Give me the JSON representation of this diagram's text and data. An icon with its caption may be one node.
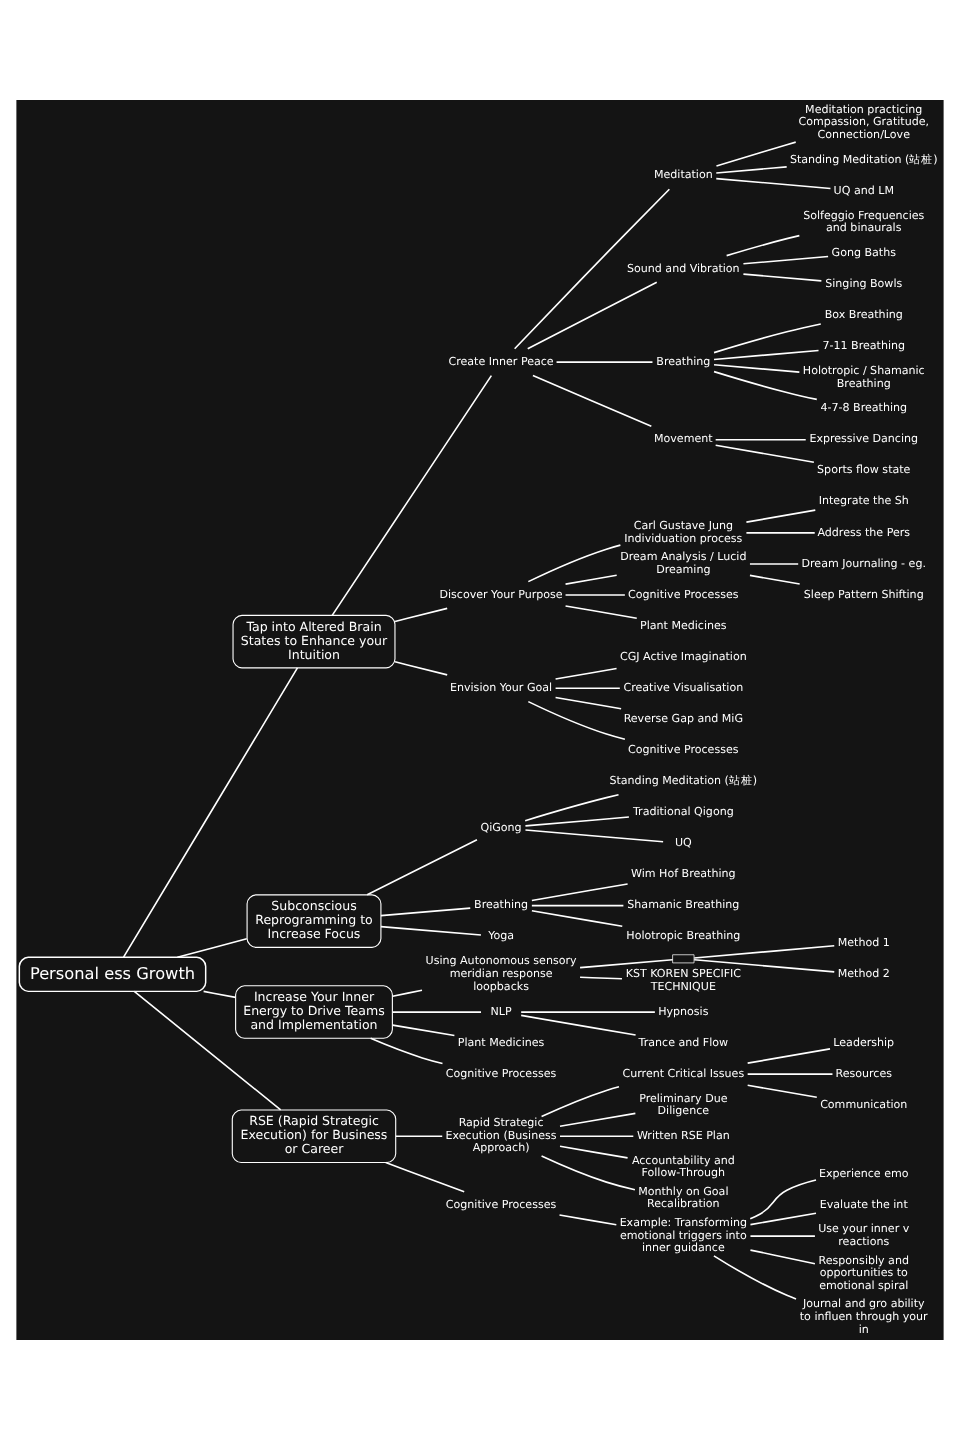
{
  "diagram": {
    "nodes": [
      {
        "text": [
          "Personal ess Growth"
        ]
      },
      {
        "text": [
          "Tap into Altered Brain States to Enhance your Intuition"
        ]
      },
      {
        "text": [
          "Create Inner Peace"
        ]
      },
      {
        "text": [
          "Meditation"
        ]
      },
      {
        "text": [
          "Meditation practicing Compassion, Gratitude, Connection/Love"
        ]
      },
      {
        "text": [
          "Standing Meditation (站桩)"
        ]
      },
      {
        "text": [
          "UQ and LM"
        ]
      },
      {
        "text": [
          "Sound and Vibration"
        ]
      },
      {
        "text": [
          "Solfeggio Frequencies and binaurals"
        ]
      },
      {
        "text": [
          "Gong Baths"
        ]
      },
      {
        "text": [
          "Singing Bowls"
        ]
      },
      {
        "text": [
          "Breathing"
        ]
      },
      {
        "text": [
          "Box Breathing"
        ]
      },
      {
        "text": [
          "7-11 Breathing"
        ]
      },
      {
        "text": [
          "Holotropic / Shamanic Breathing"
        ]
      },
      {
        "text": [
          "4-7-8 Breathing"
        ]
      },
      {
        "text": [
          "Movement"
        ]
      },
      {
        "text": [
          "Expressive Dancing"
        ]
      },
      {
        "text": [
          "Sports flow state"
        ]
      },
      {
        "text": [
          "Discover Your Purpose"
        ]
      },
      {
        "text": [
          "Carl Gustave Jung Individuation process"
        ]
      },
      {
        "text": [
          "Integrate the Sh"
        ]
      },
      {
        "text": [
          "Address the Pers"
        ]
      },
      {
        "text": [
          "Dream Analysis / Lucid Dreaming"
        ]
      },
      {
        "text": [
          "Dream Journaling - eg."
        ]
      },
      {
        "text": [
          "Sleep Pattern Shifting"
        ]
      },
      {
        "text": [
          "Cognitive Processes"
        ]
      },
      {
        "text": [
          "Plant Medicines"
        ]
      },
      {
        "text": [
          "Envision Your Goal"
        ]
      },
      {
        "text": [
          "CGJ Active Imagination"
        ]
      },
      {
        "text": [
          "Creative Visualisation"
        ]
      },
      {
        "text": [
          "Reverse Gap and MiG"
        ]
      },
      {
        "text": [
          "Cognitive Processes"
        ]
      },
      {
        "text": [
          "Subconscious Reprogramming to Increase Focus"
        ]
      },
      {
        "text": [
          "QiGong"
        ]
      },
      {
        "text": [
          "Standing Meditation (站桩)"
        ]
      },
      {
        "text": [
          "Traditional Qigong"
        ]
      },
      {
        "text": [
          "UQ"
        ]
      },
      {
        "text": [
          "Breathing"
        ]
      },
      {
        "text": [
          "Wim Hof Breathing"
        ]
      },
      {
        "text": [
          "Shamanic Breathing"
        ]
      },
      {
        "text": [
          "Holotropic Breathing"
        ]
      },
      {
        "text": [
          "Yoga"
        ]
      },
      {
        "text": [
          "Increase Your Inner Energy to Drive Teams and Implementation"
        ]
      },
      {
        "text": [
          "Using Autonomous sensory meridian response loopbacks"
        ]
      },
      {
        "text": [],
        "shape": "box"
      },
      {
        "text": [
          "Method 1"
        ]
      },
      {
        "text": [
          "Method 2"
        ]
      },
      {
        "text": [
          "KST KOREN SPECIFIC TECHNIQUE"
        ]
      },
      {
        "text": [
          "NLP"
        ]
      },
      {
        "text": [
          "Hypnosis"
        ]
      },
      {
        "text": [
          "Trance and Flow"
        ]
      },
      {
        "text": [
          "Plant Medicines"
        ]
      },
      {
        "text": [
          "Cognitive Processes"
        ]
      },
      {
        "text": [
          "RSE (Rapid Strategic Execution) for Business or Career"
        ]
      },
      {
        "text": [
          "Rapid Strategic Execution (Business Approach)"
        ]
      },
      {
        "text": [
          "Current Critical Issues"
        ]
      },
      {
        "text": [
          "Leadership"
        ]
      },
      {
        "text": [
          "Resources"
        ]
      },
      {
        "text": [
          "Communication"
        ]
      },
      {
        "text": [
          "Preliminary Due Diligence"
        ]
      },
      {
        "text": [
          "Written RSE Plan"
        ]
      },
      {
        "text": [
          "Accountability and Follow-Through"
        ]
      },
      {
        "text": [
          "Monthly on Goal Recalibration"
        ]
      },
      {
        "text": [
          "Cognitive Processes"
        ]
      },
      {
        "text": [
          "Example: Transforming emotional triggers into inner guidance"
        ]
      },
      {
        "text": [
          "Experience emo"
        ]
      },
      {
        "text": [
          "Evaluate the int"
        ]
      },
      {
        "text": [
          "Use your inner v reactions"
        ]
      },
      {
        "text": [
          "Responsibly and opportunities to emotional spiral"
        ]
      },
      {
        "text": [
          "Journal and gro ability to influen through your in"
        ]
      }
    ],
    "edges": [
      {
        "from": 0,
        "to": 1,
        "arrow": "none"
      },
      {
        "from": 1,
        "to": 2,
        "arrow": "none"
      },
      {
        "from": 2,
        "to": 3,
        "arrow": "none"
      },
      {
        "from": 3,
        "to": 4,
        "arrow": "none"
      },
      {
        "from": 3,
        "to": 5,
        "arrow": "none"
      },
      {
        "from": 3,
        "to": 6,
        "arrow": "none"
      },
      {
        "from": 2,
        "to": 7,
        "arrow": "none"
      },
      {
        "from": 7,
        "to": 8,
        "arrow": "none"
      },
      {
        "from": 7,
        "to": 9,
        "arrow": "none"
      },
      {
        "from": 7,
        "to": 10,
        "arrow": "none"
      },
      {
        "from": 2,
        "to": 11,
        "arrow": "none"
      },
      {
        "from": 11,
        "to": 12,
        "arrow": "none"
      },
      {
        "from": 11,
        "to": 13,
        "arrow": "none"
      },
      {
        "from": 11,
        "to": 14,
        "arrow": "none"
      },
      {
        "from": 11,
        "to": 15,
        "arrow": "none"
      },
      {
        "from": 2,
        "to": 16,
        "arrow": "none"
      },
      {
        "from": 16,
        "to": 17,
        "arrow": "none"
      },
      {
        "from": 16,
        "to": 18,
        "arrow": "none"
      },
      {
        "from": 1,
        "to": 19,
        "arrow": "none"
      },
      {
        "from": 19,
        "to": 20,
        "arrow": "none"
      },
      {
        "from": 20,
        "to": 21,
        "arrow": "none"
      },
      {
        "from": 20,
        "to": 22,
        "arrow": "none"
      },
      {
        "from": 19,
        "to": 23,
        "arrow": "none"
      },
      {
        "from": 23,
        "to": 24,
        "arrow": "none"
      },
      {
        "from": 23,
        "to": 25,
        "arrow": "none"
      },
      {
        "from": 19,
        "to": 26,
        "arrow": "none"
      },
      {
        "from": 19,
        "to": 27,
        "arrow": "none"
      },
      {
        "from": 1,
        "to": 28,
        "arrow": "none"
      },
      {
        "from": 28,
        "to": 29,
        "arrow": "none"
      },
      {
        "from": 28,
        "to": 30,
        "arrow": "none"
      },
      {
        "from": 28,
        "to": 31,
        "arrow": "none"
      },
      {
        "from": 28,
        "to": 32,
        "arrow": "none"
      },
      {
        "from": 0,
        "to": 33,
        "arrow": "none"
      },
      {
        "from": 33,
        "to": 34,
        "arrow": "none"
      },
      {
        "from": 34,
        "to": 35,
        "arrow": "none"
      },
      {
        "from": 34,
        "to": 36,
        "arrow": "none"
      },
      {
        "from": 34,
        "to": 37,
        "arrow": "none"
      },
      {
        "from": 33,
        "to": 38,
        "arrow": "none"
      },
      {
        "from": 38,
        "to": 39,
        "arrow": "none"
      },
      {
        "from": 38,
        "to": 40,
        "arrow": "none"
      },
      {
        "from": 38,
        "to": 41,
        "arrow": "none"
      },
      {
        "from": 33,
        "to": 42,
        "arrow": "none"
      },
      {
        "from": 0,
        "to": 43,
        "arrow": "none"
      },
      {
        "from": 43,
        "to": 44,
        "arrow": "none"
      },
      {
        "from": 44,
        "to": 45,
        "arrow": "none"
      },
      {
        "from": 45,
        "to": 46,
        "arrow": "none"
      },
      {
        "from": 45,
        "to": 47,
        "arrow": "none"
      },
      {
        "from": 44,
        "to": 48,
        "arrow": "none"
      },
      {
        "from": 43,
        "to": 49,
        "arrow": "none"
      },
      {
        "from": 49,
        "to": 50,
        "arrow": "none"
      },
      {
        "from": 49,
        "to": 51,
        "arrow": "none"
      },
      {
        "from": 43,
        "to": 52,
        "arrow": "none"
      },
      {
        "from": 43,
        "to": 53,
        "arrow": "none"
      },
      {
        "from": 0,
        "to": 54,
        "arrow": "none"
      },
      {
        "from": 54,
        "to": 55,
        "arrow": "none"
      },
      {
        "from": 55,
        "to": 56,
        "arrow": "none"
      },
      {
        "from": 56,
        "to": 57,
        "arrow": "none"
      },
      {
        "from": 56,
        "to": 58,
        "arrow": "none"
      },
      {
        "from": 56,
        "to": 59,
        "arrow": "none"
      },
      {
        "from": 55,
        "to": 60,
        "arrow": "none"
      },
      {
        "from": 55,
        "to": 61,
        "arrow": "none"
      },
      {
        "from": 55,
        "to": 62,
        "arrow": "none"
      },
      {
        "from": 55,
        "to": 63,
        "arrow": "none"
      },
      {
        "from": 54,
        "to": 64,
        "arrow": "none"
      },
      {
        "from": 64,
        "to": 65,
        "arrow": "none"
      },
      {
        "from": 65,
        "to": 66,
        "arrow": "none"
      },
      {
        "from": 65,
        "to": 67,
        "arrow": "none"
      },
      {
        "from": 65,
        "to": 68,
        "arrow": "none"
      },
      {
        "from": 65,
        "to": 69,
        "arrow": "none"
      },
      {
        "from": 65,
        "to": 70,
        "arrow": "none"
      }
    ]
  }
}
